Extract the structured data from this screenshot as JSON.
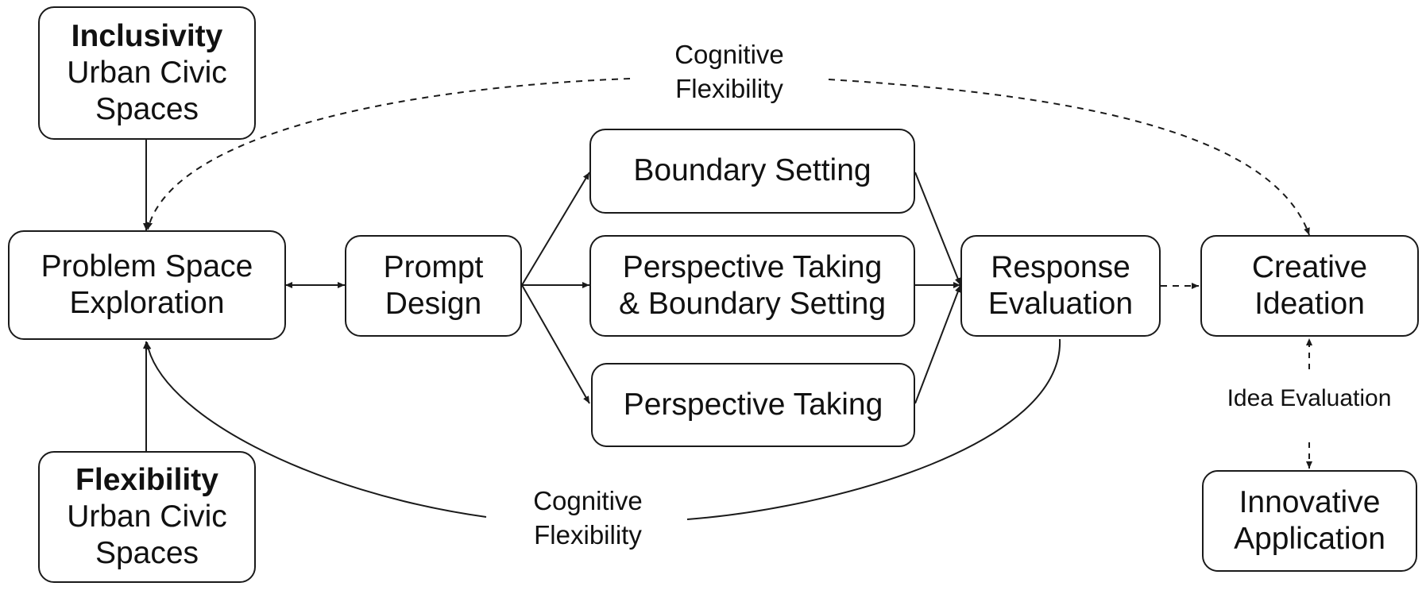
{
  "nodes": {
    "inclusivity": {
      "title": "Inclusivity",
      "line1": "Urban Civic",
      "line2": "Spaces"
    },
    "flexibility": {
      "title": "Flexibility",
      "line1": "Urban Civic",
      "line2": "Spaces"
    },
    "problem_space": {
      "line1": "Problem Space",
      "line2": "Exploration"
    },
    "prompt_design": {
      "line1": "Prompt",
      "line2": "Design"
    },
    "boundary_setting": {
      "line1": "Boundary Setting"
    },
    "perspective_boundary": {
      "line1": "Perspective Taking",
      "line2": "& Boundary Setting"
    },
    "perspective_taking": {
      "line1": "Perspective Taking"
    },
    "response_evaluation": {
      "line1": "Response",
      "line2": "Evaluation"
    },
    "creative_ideation": {
      "line1": "Creative",
      "line2": "Ideation"
    },
    "innovative_application": {
      "line1": "Innovative",
      "line2": "Application"
    }
  },
  "labels": {
    "cognitive_flexibility_top": {
      "line1": "Cognitive",
      "line2": "Flexibility"
    },
    "cognitive_flexibility_bottom": {
      "line1": "Cognitive",
      "line2": "Flexibility"
    },
    "idea_evaluation": "Idea Evaluation"
  }
}
